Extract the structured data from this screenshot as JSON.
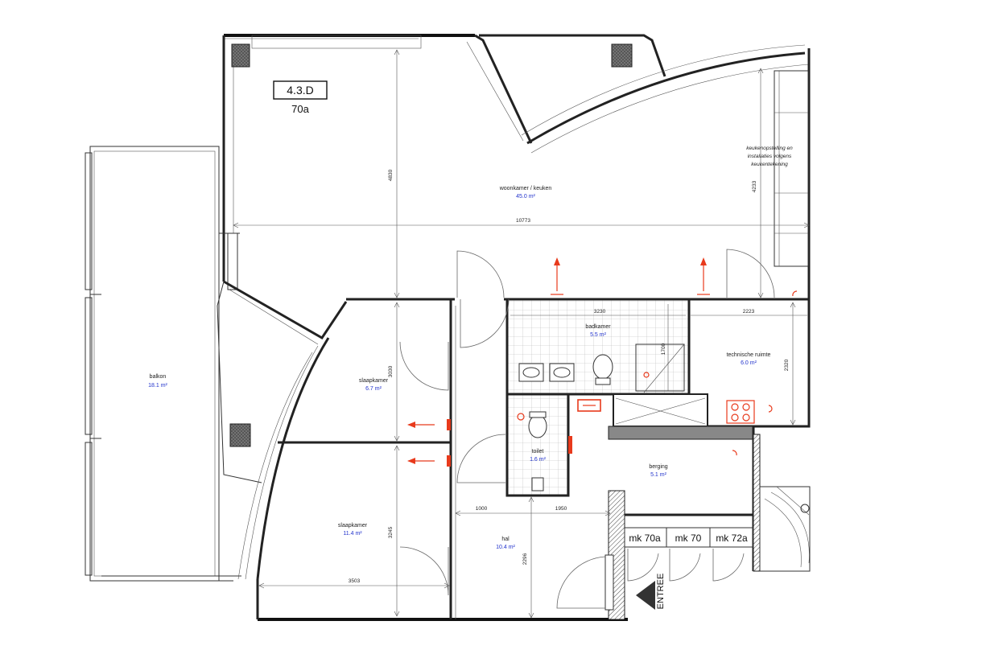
{
  "unit": {
    "code": "4.3.D",
    "type": "70a"
  },
  "rooms": {
    "living": {
      "name": "woonkamer / keuken",
      "area": "45.0 m²"
    },
    "bedroom1": {
      "name": "slaapkamer",
      "area": "6.7 m²"
    },
    "bedroom2": {
      "name": "slaapkamer",
      "area": "11.4 m²"
    },
    "bathroom": {
      "name": "badkamer",
      "area": "5.5 m²"
    },
    "toilet": {
      "name": "toilet",
      "area": "1.6 m²"
    },
    "technical": {
      "name": "technische ruimte",
      "area": "6.0 m²"
    },
    "storage": {
      "name": "berging",
      "area": "5.1 m²"
    },
    "hall": {
      "name": "hal",
      "area": "10.4 m²"
    },
    "balcony": {
      "name": "balkon",
      "area": "18.1 m²"
    }
  },
  "dimensions": {
    "living_depth": "4830",
    "living_width": "10773",
    "kitchen_depth": "4233",
    "bedroom1_depth": "3030",
    "bedroom2_depth": "3245",
    "bedroom2_width": "3503",
    "bathroom_width": "3230",
    "bathroom_small": "1700",
    "technical_width": "2223",
    "technical_depth": "2320",
    "hall_left": "1000",
    "hall_right": "1950",
    "hall_depth": "2296"
  },
  "notes": {
    "kitchen_line1": "keukenopstelling en",
    "kitchen_line2": "installaties volgens",
    "kitchen_line3": "keukentekening"
  },
  "meter_cupboards": [
    "mk 70a",
    "mk 70",
    "mk 72a"
  ],
  "entrance_label": "ENTREE",
  "colors": {
    "wall": "#222222",
    "area_text": "#2233cc",
    "installation": "#e83a1c"
  }
}
